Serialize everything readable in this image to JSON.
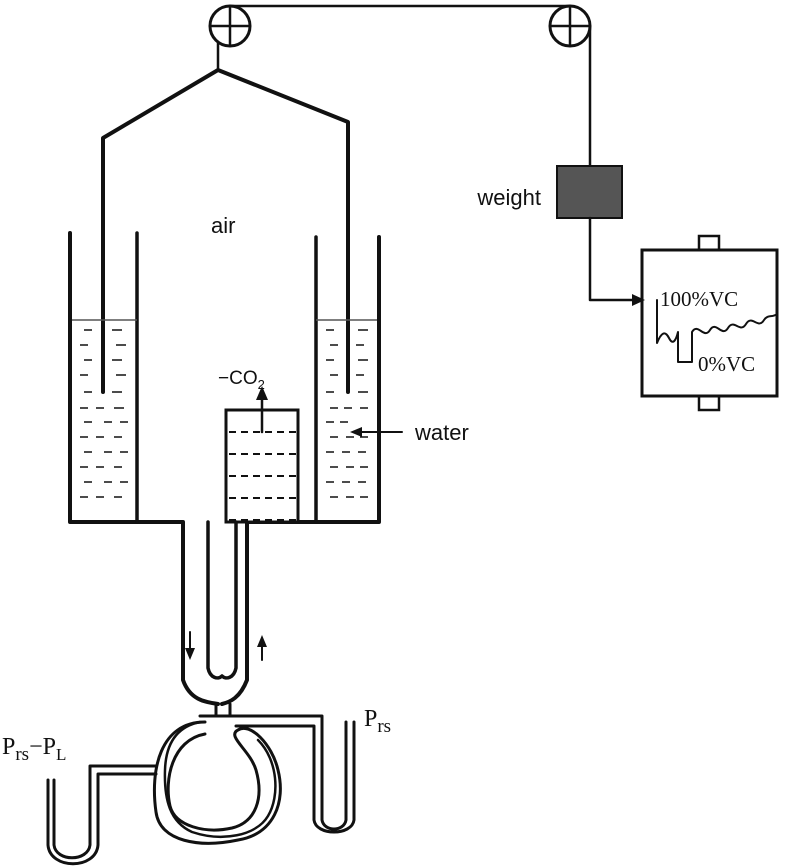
{
  "labels": {
    "air": "air",
    "water": "water",
    "co2_prefix": "−CO",
    "co2_sub": "2",
    "weight": "weight",
    "vc_high": "100%VC",
    "vc_low": "0%VC",
    "prs_base": "P",
    "prs_sub": "rs",
    "prs_pl_base1": "P",
    "prs_pl_sub1": "rs",
    "prs_pl_minus": "−",
    "prs_pl_base2": "P",
    "prs_pl_sub2": "L"
  },
  "colors": {
    "stroke": "#111111",
    "weight_fill": "#555555",
    "background": "#ffffff"
  }
}
